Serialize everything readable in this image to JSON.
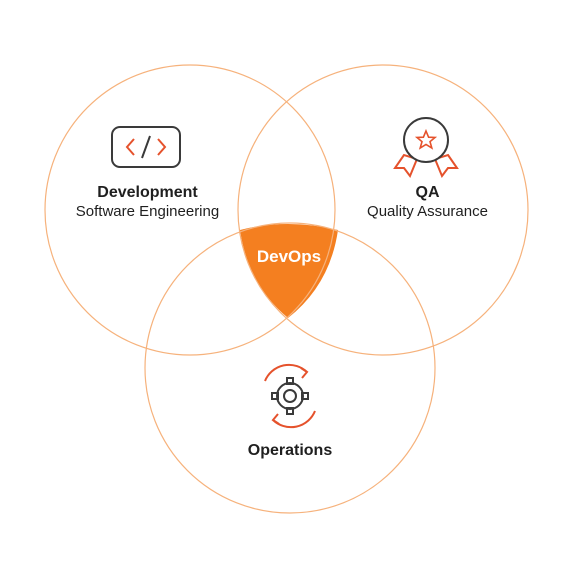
{
  "diagram": {
    "development": {
      "title": "Development",
      "subtitle": "Software Engineering",
      "icon": "code-icon"
    },
    "qa": {
      "title": "QA",
      "subtitle": "Quality Assurance",
      "icon": "award-ribbon-icon"
    },
    "operations": {
      "title": "Operations",
      "icon": "gear-cycle-icon"
    },
    "center": {
      "label": "DevOps"
    }
  },
  "colors": {
    "accent": "#f47f20",
    "stroke": "#f6b27c",
    "text": "#1f1f1f",
    "icon": "#3a3a3a"
  }
}
